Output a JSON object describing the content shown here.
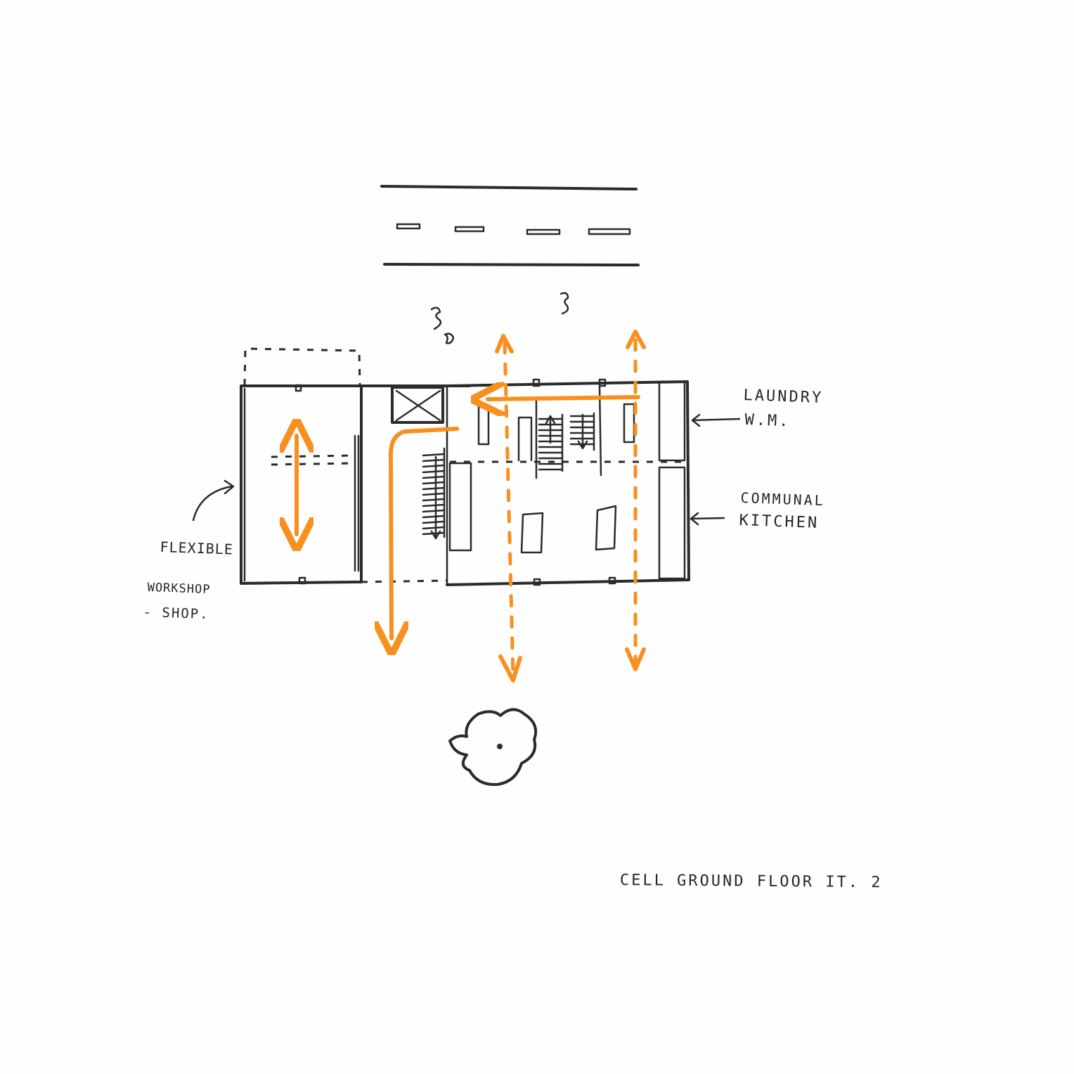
{
  "labels": {
    "laundry": "LAUNDRY",
    "wm": "W.M.",
    "communal": "COMMUNAL",
    "kitchen": "KITCHEN",
    "flexible": "FLEXIBLE",
    "workshop": "WORKSHOP",
    "shop": "- SHOP.",
    "title": "CELL GROUND FLOOR  IT. 2"
  },
  "colors": {
    "ink": "#2b2b2b",
    "accent": "#f7901e",
    "paper": "#fefefe"
  }
}
